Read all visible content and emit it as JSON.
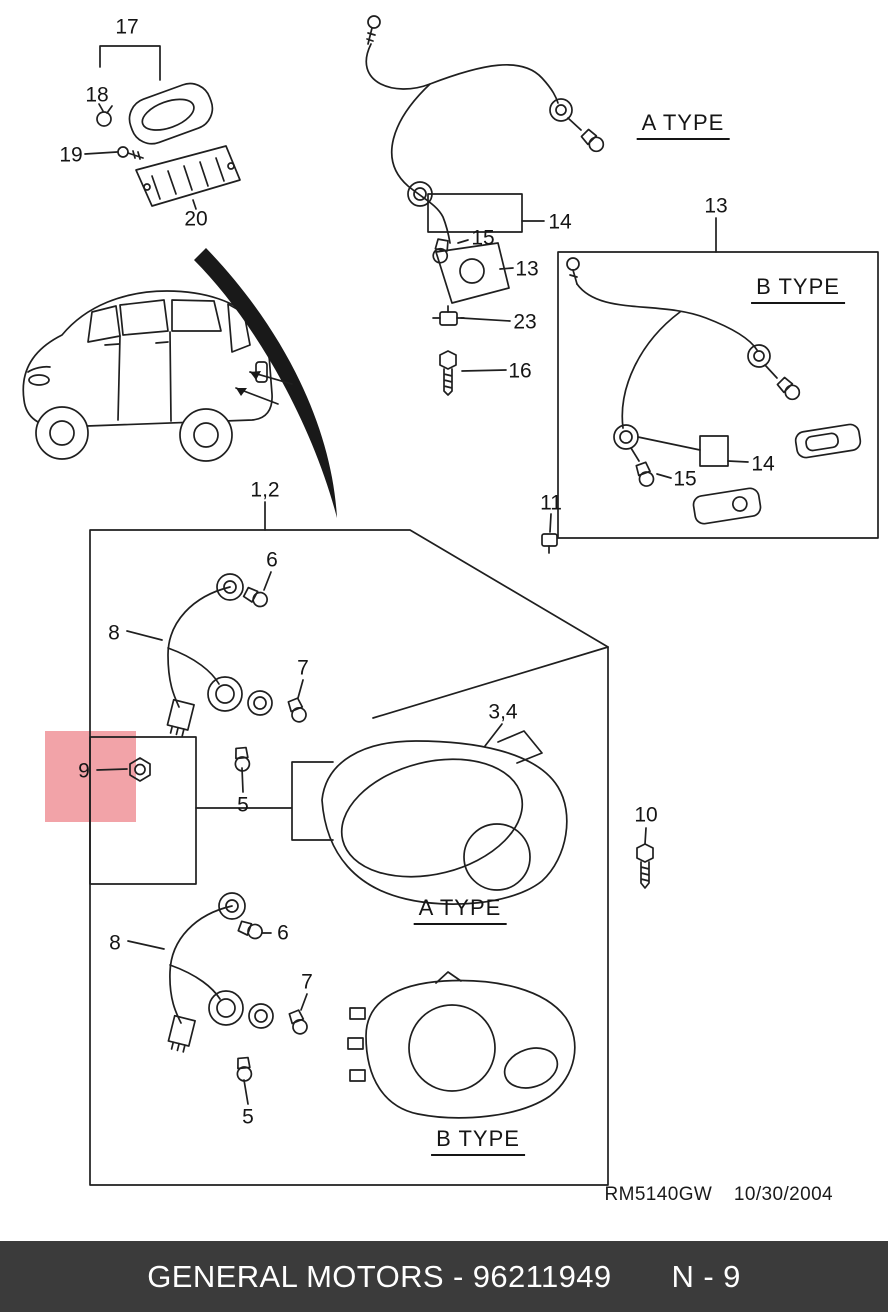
{
  "diagram": {
    "callouts": {
      "c17": "17",
      "c18": "18",
      "c19": "19",
      "c20": "20",
      "c13_top": "13",
      "c14_a": "14",
      "c15_a": "15",
      "c13_a": "13",
      "c23": "23",
      "c16": "16",
      "c14_b": "14",
      "c15_b": "15",
      "c1_2": "1,2",
      "c11": "11",
      "c6_upper": "6",
      "c8_upper": "8",
      "c7_upper": "7",
      "c5_upper": "5",
      "c9": "9",
      "c3_4": "3,4",
      "c10": "10",
      "c6_lower": "6",
      "c8_lower": "8",
      "c7_lower": "7",
      "c5_lower": "5"
    },
    "type_labels": {
      "harness_a": "A TYPE",
      "harness_b": "B TYPE",
      "housing_a": "A TYPE",
      "housing_b": "B TYPE"
    },
    "highlight": {
      "callout": "9",
      "color": "#f2a3a8"
    },
    "doc_ref": {
      "code": "RM5140GW",
      "date": "10/30/2004"
    }
  },
  "footer": {
    "title": "GENERAL MOTORS - 96211949",
    "page": "N - 9",
    "background": "#3b3b3b",
    "text_color": "#ffffff"
  }
}
